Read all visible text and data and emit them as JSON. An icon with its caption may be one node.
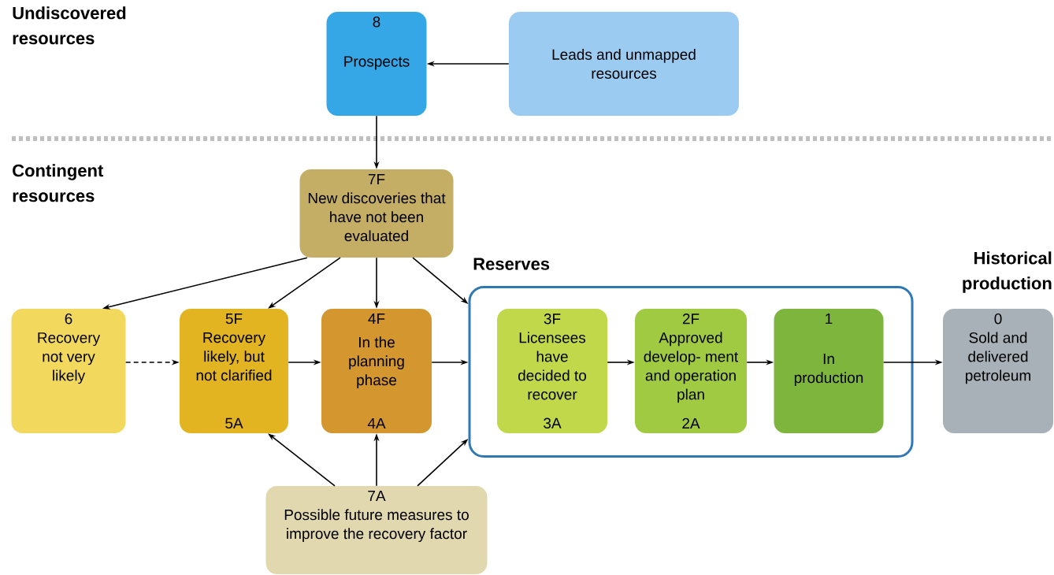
{
  "diagram": {
    "nodes": [
      {
        "text": [
          "8",
          "Prospects"
        ]
      },
      {
        "text": [
          "Leads and unmapped resources"
        ]
      },
      {
        "text": [
          "7F",
          "New discoveries that have not been evaluated"
        ]
      },
      {
        "text": [
          "6",
          "Recovery not very likely"
        ]
      },
      {
        "text": [
          "5F",
          "Recovery likely, but not clarified",
          "5A"
        ]
      },
      {
        "text": [
          "4F",
          "In the planning phase",
          "4A"
        ]
      },
      {
        "text": [
          "Reserves"
        ]
      },
      {
        "text": [
          "3F",
          "Licensees have decided to recover",
          "3A"
        ],
        "in": 6
      },
      {
        "text": [
          "2F",
          "Approved develop- ment and operation plan",
          "2A"
        ],
        "in": 6
      },
      {
        "text": [
          "1",
          "In production"
        ],
        "in": 6
      },
      {
        "text": [
          "Historical production",
          "0",
          "Sold and delivered petroleum"
        ]
      },
      {
        "text": [
          "7A",
          "Possible future measures to improve the recovery factor"
        ]
      }
    ],
    "edges": [
      {
        "from": 1,
        "to": 0,
        "arrow": "to"
      },
      {
        "from": 0,
        "to": 2,
        "arrow": "to"
      },
      {
        "from": 2,
        "to": 3,
        "arrow": "to"
      },
      {
        "from": 2,
        "to": 4,
        "arrow": "to"
      },
      {
        "from": 2,
        "to": 5,
        "arrow": "to"
      },
      {
        "from": 2,
        "to": 6,
        "arrow": "to"
      },
      {
        "from": 3,
        "to": 4,
        "arrow": "to",
        "style": "dashed"
      },
      {
        "from": 4,
        "to": 5,
        "arrow": "to"
      },
      {
        "from": 5,
        "to": 6,
        "arrow": "to"
      },
      {
        "from": 7,
        "to": 8,
        "arrow": "to"
      },
      {
        "from": 8,
        "to": 9,
        "arrow": "to"
      },
      {
        "from": 9,
        "to": 10,
        "arrow": "to"
      },
      {
        "from": 11,
        "to": 4,
        "arrow": "to"
      },
      {
        "from": 11,
        "to": 5,
        "arrow": "to"
      },
      {
        "from": 11,
        "to": 6,
        "arrow": "to"
      }
    ],
    "labels": [
      "Undiscovered resources",
      "Contingent resources"
    ]
  }
}
